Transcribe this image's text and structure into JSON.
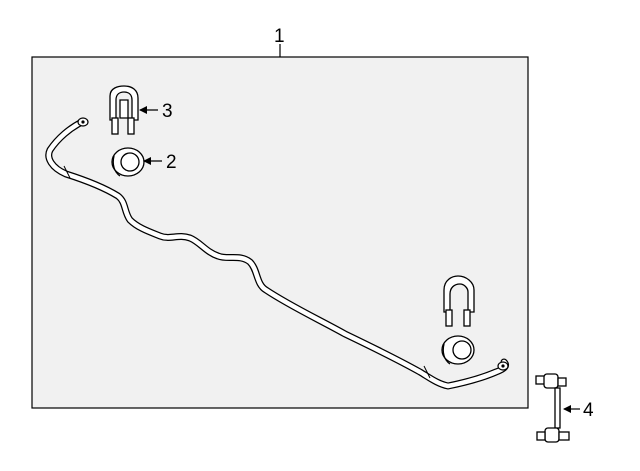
{
  "diagram": {
    "callouts": [
      {
        "id": "part-1",
        "label": "1"
      },
      {
        "id": "part-2",
        "label": "2"
      },
      {
        "id": "part-3",
        "label": "3"
      },
      {
        "id": "part-4",
        "label": "4"
      }
    ],
    "colors": {
      "box_fill": "#f1f1f1",
      "line": "#000000",
      "part_fill": "#ffffff"
    }
  }
}
